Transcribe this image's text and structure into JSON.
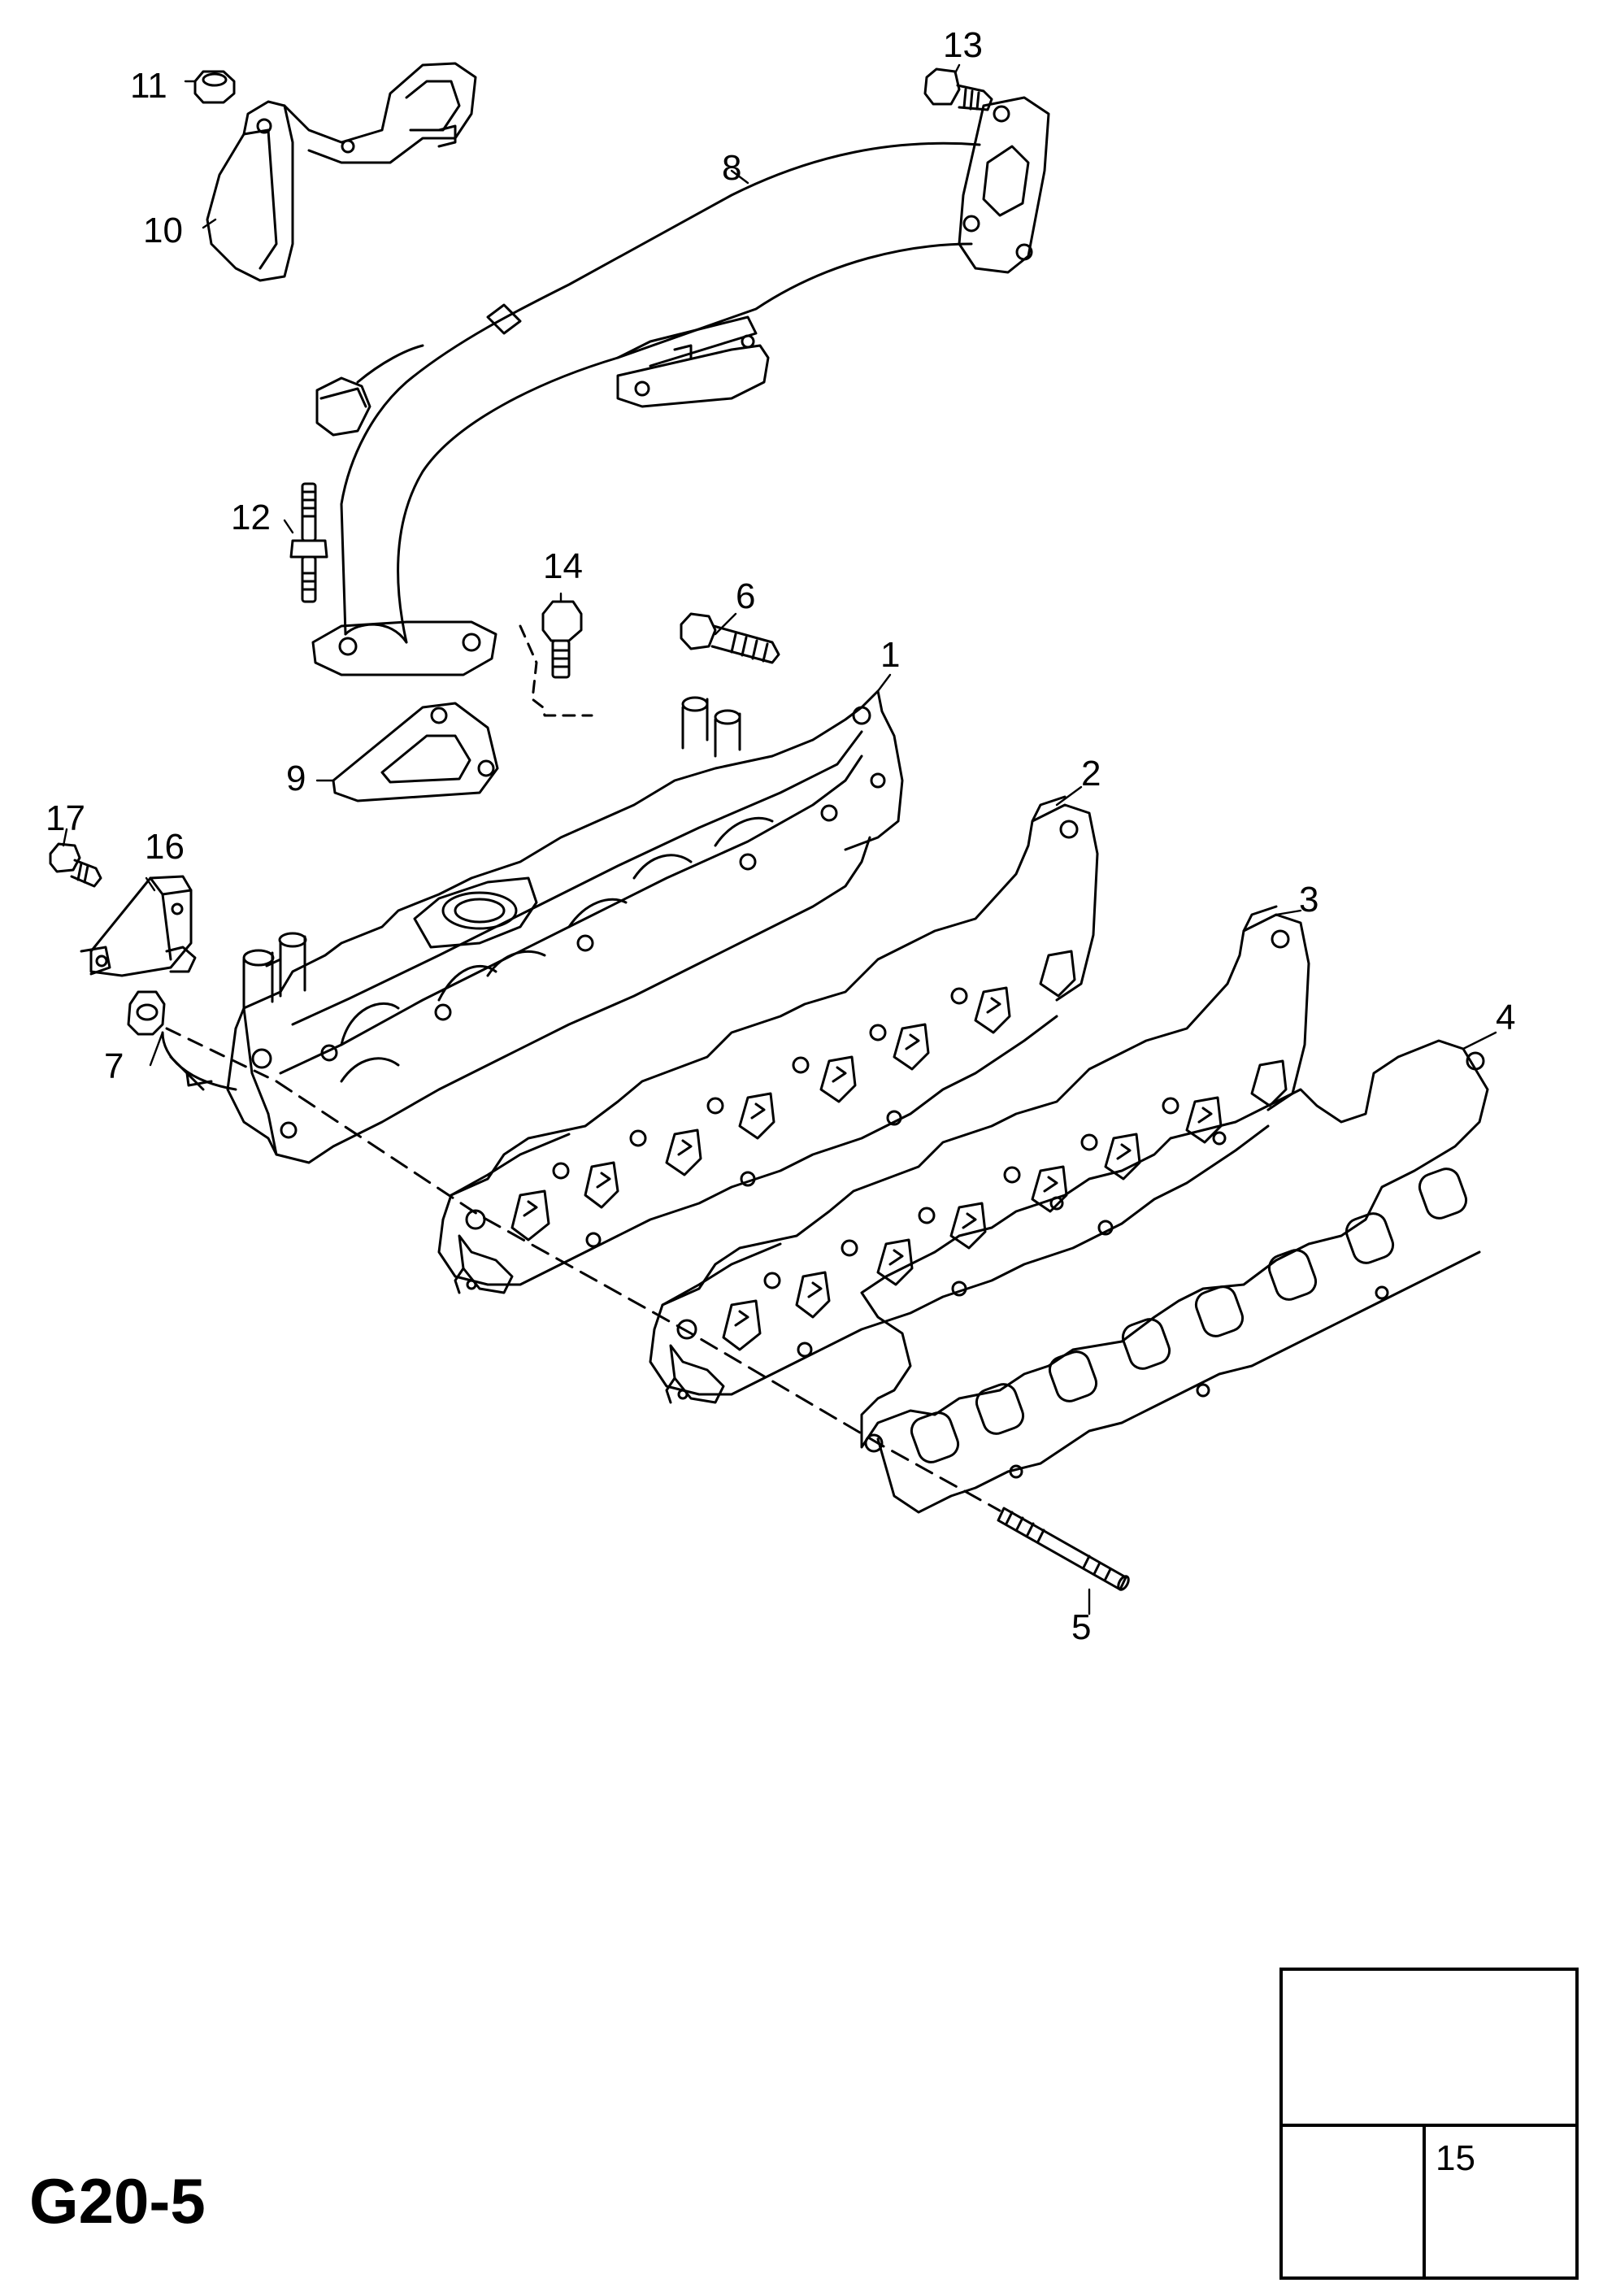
{
  "diagram_code": "G20-5",
  "callouts": {
    "c1": "1",
    "c2": "2",
    "c3": "3",
    "c4": "4",
    "c5": "5",
    "c6": "6",
    "c7": "7",
    "c8": "8",
    "c9": "9",
    "c10": "10",
    "c11": "11",
    "c12": "12",
    "c13": "13",
    "c14": "14",
    "c16": "16",
    "c17": "17"
  },
  "legend": {
    "top_icon": "book-with-wrench-icon",
    "left_icon": "oil-can-icon",
    "right_icon": "sealant-bottle-icon",
    "right_number": "15"
  },
  "colors": {
    "line": "#000000",
    "background": "#ffffff",
    "faint": "#9a9a9a"
  }
}
